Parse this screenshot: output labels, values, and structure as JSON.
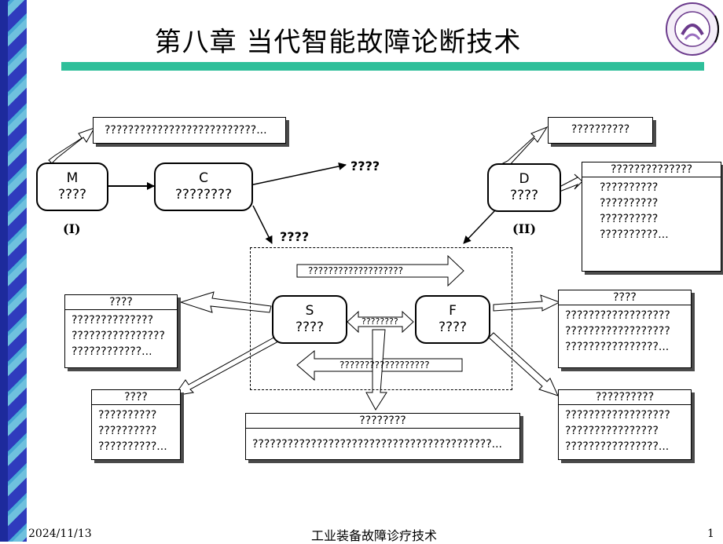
{
  "title": "第八章 当代智能故障论断技术",
  "nodes": {
    "m": {
      "letter": "M",
      "text": "????"
    },
    "c": {
      "letter": "C",
      "text": "????????"
    },
    "d": {
      "letter": "D",
      "text": "????"
    },
    "s": {
      "letter": "S",
      "text": "????"
    },
    "f": {
      "letter": "F",
      "text": "????"
    }
  },
  "roman": {
    "left": "(I)",
    "right": "(II)"
  },
  "labels": {
    "c_right": "????",
    "c_down": "????"
  },
  "boxes": {
    "top_left": "??????????????????????????...",
    "top_right": "??????????",
    "right_upper": {
      "head": "??????????????",
      "lines": [
        "??????????",
        "??????????",
        "??????????",
        "??????????..."
      ]
    },
    "mid_left": {
      "head": "????",
      "lines": [
        "??????????????",
        "????????????????",
        "????????????..."
      ]
    },
    "mid_right": {
      "head": "????",
      "lines": [
        "??????????????????",
        "??????????????????",
        "????????????????..."
      ]
    },
    "low_left": {
      "head": "????",
      "lines": [
        "??????????",
        "??????????",
        "??????????..."
      ]
    },
    "bottom_center": {
      "head": "????????",
      "lines": [
        "?????????????????????????????????????????..."
      ]
    },
    "low_right": {
      "head": "??????????",
      "lines": [
        "??????????????????",
        "????????????????",
        "????????????????..."
      ]
    }
  },
  "arrow_labels": {
    "forward": "???????????????????",
    "middle": "????????",
    "backward": "??????????????????"
  },
  "footer": {
    "date": "2024/11/13",
    "course": "工业装备故障诊疗技术",
    "page": "1"
  },
  "colors": {
    "title_bar": "#2fbf9a",
    "sidebar": "#2f3bbd",
    "logo": "#6b3a8c"
  }
}
